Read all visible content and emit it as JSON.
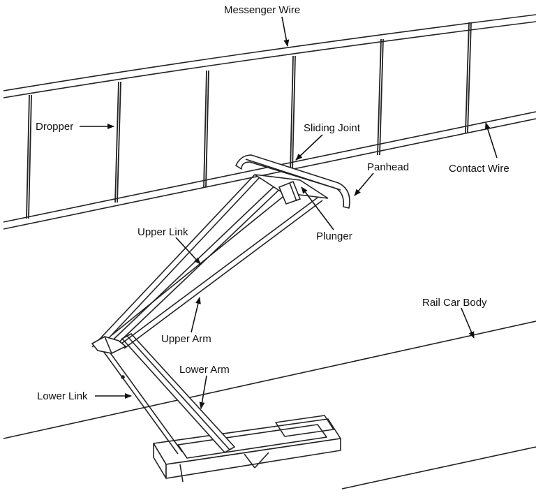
{
  "labels": {
    "messenger_wire": "Messenger Wire",
    "dropper": "Dropper",
    "sliding_joint": "Sliding Joint",
    "panhead": "Panhead",
    "contact_wire": "Contact Wire",
    "upper_link": "Upper Link",
    "plunger": "Plunger",
    "rail_car_body": "Rail Car Body",
    "upper_arm": "Upper Arm",
    "lower_arm": "Lower Arm",
    "lower_link": "Lower Link"
  }
}
